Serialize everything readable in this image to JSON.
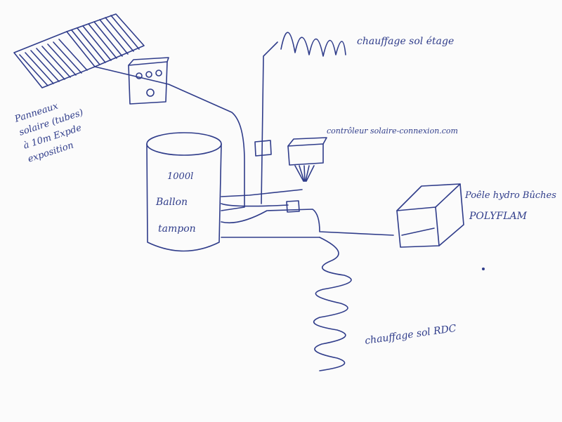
{
  "colors": {
    "ink": "#2f3c8a",
    "paper": "#fbfbfb"
  },
  "labels": {
    "solar_panels": [
      "Panneaux",
      "solaire (tubes)",
      "à 10m Expde",
      "exposition"
    ],
    "floor_heating_upstairs": "chauffage sol étage",
    "controller": "contrôleur solaire-connexion.com",
    "tank": [
      "1000l",
      "Ballon",
      "tampon"
    ],
    "stove": [
      "Poêle hydro Bûches",
      "POLYFLAM"
    ],
    "floor_heating_ground": "chauffage sol RDC"
  }
}
